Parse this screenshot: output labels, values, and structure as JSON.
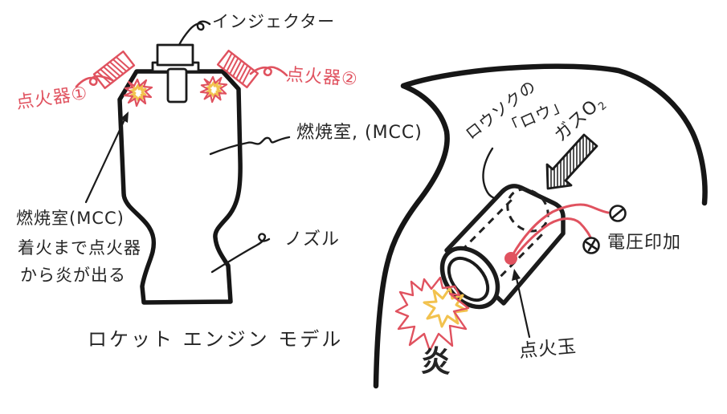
{
  "colors": {
    "ink": "#1b1b1b",
    "red": "#e0525f",
    "yellow": "#f2c24e",
    "background": "#ffffff"
  },
  "left_diagram": {
    "caption": "ロケット エンジン モデル",
    "injector_label": "インジェクター",
    "igniter1_label": "点火器①",
    "igniter2_label": "点火器②",
    "chamber_label": "燃焼室, (MCC)",
    "nozzle_label": "ノズル",
    "note_line1": "燃焼室(MCC)",
    "note_line2": "着火まで点火器",
    "note_line3": "から炎が出る"
  },
  "right_diagram": {
    "wax_label_line1": "ロウソクの",
    "wax_label_line2": "「ロウ」",
    "gas_label": "ガスO",
    "gas_label_subscript": "2",
    "voltage_label": "電圧印加",
    "minus_terminal_symbol": "−",
    "plus_terminal_symbol": "＋",
    "ignition_ball_label": "点火玉",
    "flame_label": "炎"
  }
}
